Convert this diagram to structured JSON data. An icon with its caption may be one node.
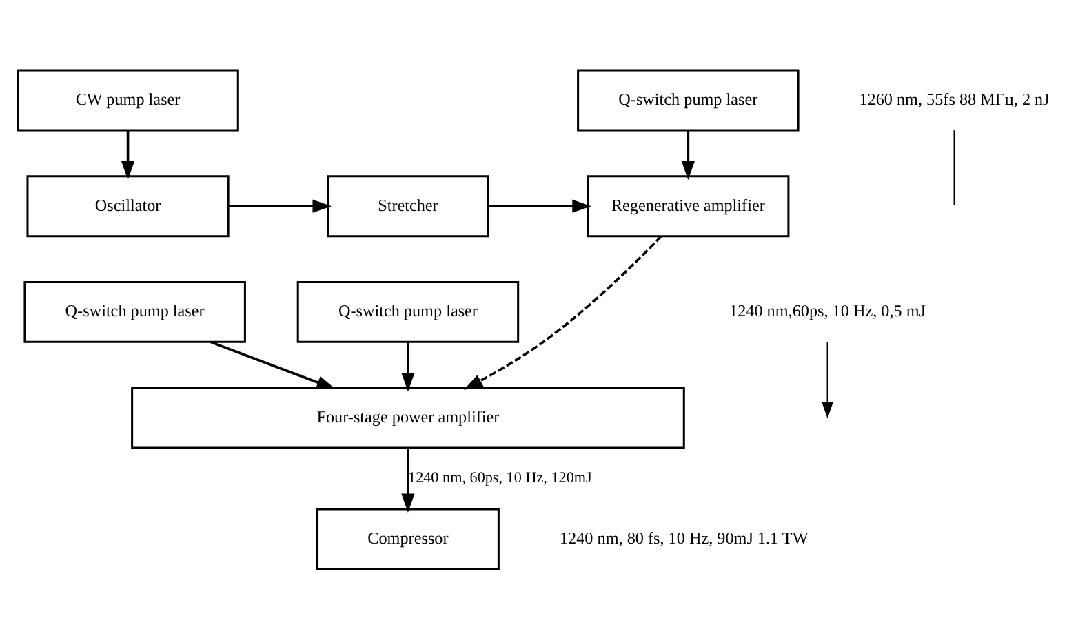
{
  "diagram": {
    "nodes": [
      {
        "text": [
          "CW pump laser"
        ]
      },
      {
        "text": [
          "Oscillator"
        ]
      },
      {
        "text": [
          "Stretcher"
        ]
      },
      {
        "text": [
          "Q-switch pump laser"
        ]
      },
      {
        "text": [
          "Regenerative amplifier"
        ]
      },
      {
        "text": [
          "Q-switch pump laser"
        ]
      },
      {
        "text": [
          "Q-switch pump laser"
        ]
      },
      {
        "text": [
          "Four-stage power amplifier"
        ]
      },
      {
        "text": [
          "Compressor"
        ]
      },
      {
        "text": [
          "1260 nm, 55fs 88 МГц, 2 nJ"
        ]
      },
      {
        "text": [
          "1240 nm,60ps, 10 Hz, 0,5 mJ"
        ]
      }
    ],
    "edges": [
      {
        "from": 0,
        "to": 1,
        "arrow": "to"
      },
      {
        "from": 1,
        "to": 2,
        "arrow": "to"
      },
      {
        "from": 2,
        "to": 4,
        "arrow": "to"
      },
      {
        "from": 3,
        "to": 4,
        "arrow": "to"
      },
      {
        "from": 4,
        "to": 7,
        "arrow": "to",
        "style": "dashed"
      },
      {
        "from": 5,
        "to": 7,
        "arrow": "to"
      },
      {
        "from": 6,
        "to": 7,
        "arrow": "to"
      },
      {
        "from": 7,
        "to": 8,
        "arrow": "to",
        "label": "1240 nm, 60ps, 10 Hz, 120mJ"
      },
      {
        "from": 9,
        "to": null,
        "arrow": "none"
      },
      {
        "from": 10,
        "to": null,
        "arrow": "to"
      }
    ],
    "labels": [
      "1240 nm, 80 fs, 10 Hz, 90mJ 1.1 TW"
    ]
  }
}
